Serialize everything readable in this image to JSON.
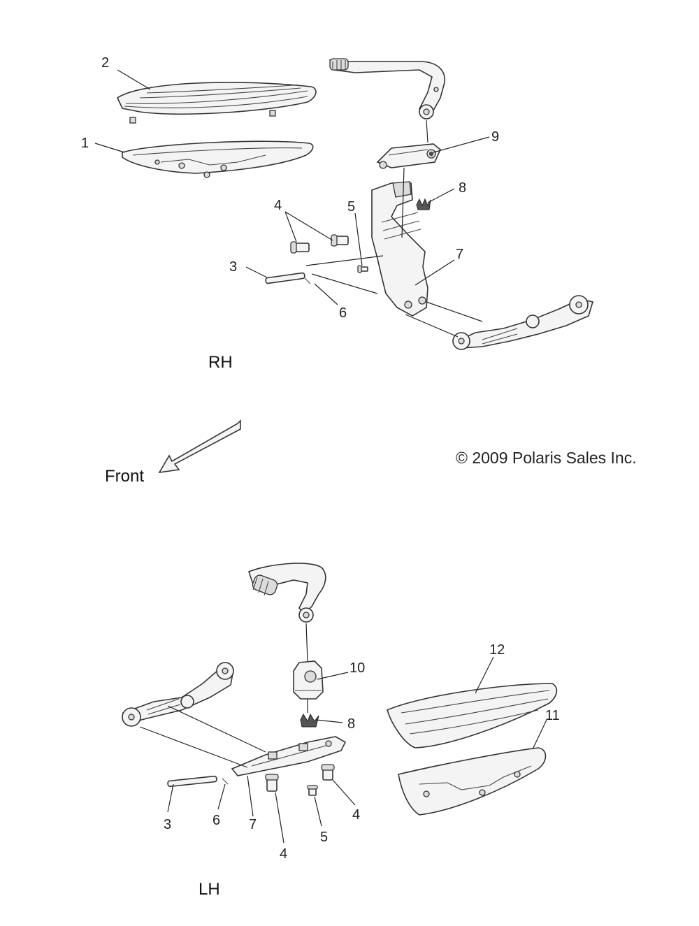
{
  "views": {
    "rh_label": "RH",
    "lh_label": "LH"
  },
  "direction": {
    "label": "Front"
  },
  "copyright": "© 2009 Polaris Sales Inc.",
  "rh_callouts": [
    "1",
    "2",
    "3",
    "4",
    "5",
    "6",
    "7",
    "8",
    "9"
  ],
  "lh_callouts": [
    "3",
    "4",
    "4",
    "5",
    "6",
    "7",
    "8",
    "10",
    "11",
    "12"
  ]
}
